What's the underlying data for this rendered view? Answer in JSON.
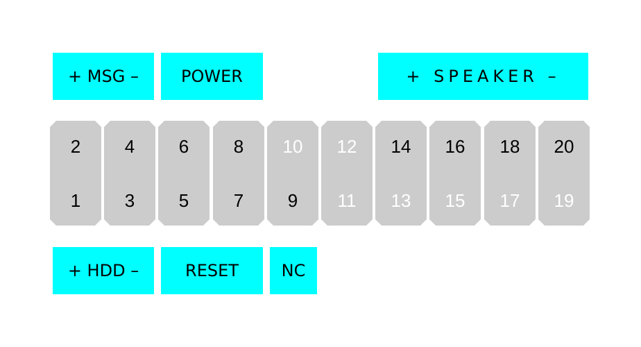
{
  "labels": {
    "msg": "+ MSG –",
    "power": "POWER",
    "speaker": "+ SPEAKER –",
    "hdd": "+ HDD –",
    "reset": "RESET",
    "nc": "NC"
  },
  "pins": {
    "top": [
      "2",
      "4",
      "6",
      "8",
      "10",
      "12",
      "14",
      "16",
      "18",
      "20"
    ],
    "bottom": [
      "1",
      "3",
      "5",
      "7",
      "9",
      "11",
      "13",
      "15",
      "17",
      "19"
    ],
    "top_used": [
      true,
      true,
      true,
      true,
      false,
      false,
      true,
      true,
      true,
      true
    ],
    "bottom_used": [
      true,
      true,
      true,
      true,
      true,
      false,
      false,
      false,
      false,
      false
    ]
  },
  "colors": {
    "label_bg": "#00ffff",
    "pin_bg": "#cccccc",
    "used_text": "#000000",
    "unused_text": "#ffffff"
  }
}
